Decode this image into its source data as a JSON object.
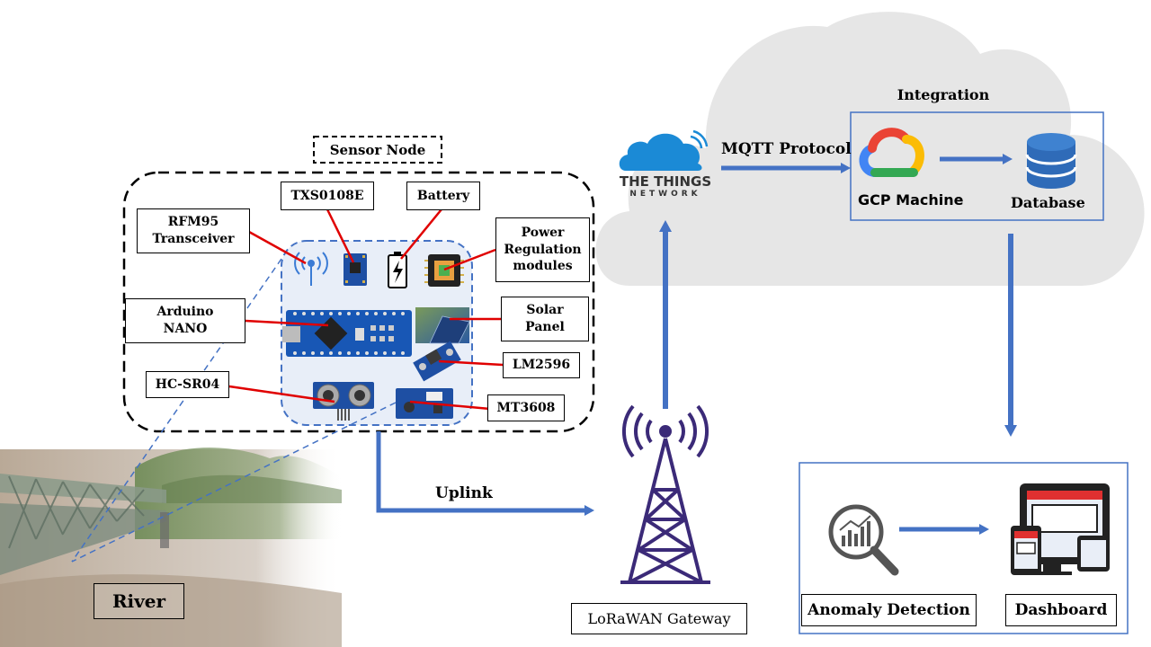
{
  "sensor_node": {
    "title": "Sensor Node",
    "components": {
      "rfm95": "RFM95\nTransceiver",
      "txs": "TXS0108E",
      "battery": "Battery",
      "power": "Power\nRegulation\nmodules",
      "arduino": "Arduino\nNANO",
      "solar": "Solar\nPanel",
      "lm2596": "LM2596",
      "hcsr04": "HC-SR04",
      "mt3608": "MT3608"
    }
  },
  "river": {
    "label": "River"
  },
  "uplink": {
    "label": "Uplink"
  },
  "gateway": {
    "label": "LoRaWAN Gateway"
  },
  "ttn": {
    "line1": "THE THINGS",
    "line2": "NETWORK"
  },
  "mqtt": {
    "label": "MQTT Protocol"
  },
  "integration": {
    "title": "Integration",
    "gcp": "GCP Machine",
    "database": "Database"
  },
  "analytics": {
    "anomaly": "Anomaly Detection",
    "dashboard": "Dashboard"
  },
  "colors": {
    "arrow": "#4472c4",
    "connector": "#e00000",
    "cloud": "#e6e6e6",
    "ttn_blue": "#1b8ad6"
  }
}
